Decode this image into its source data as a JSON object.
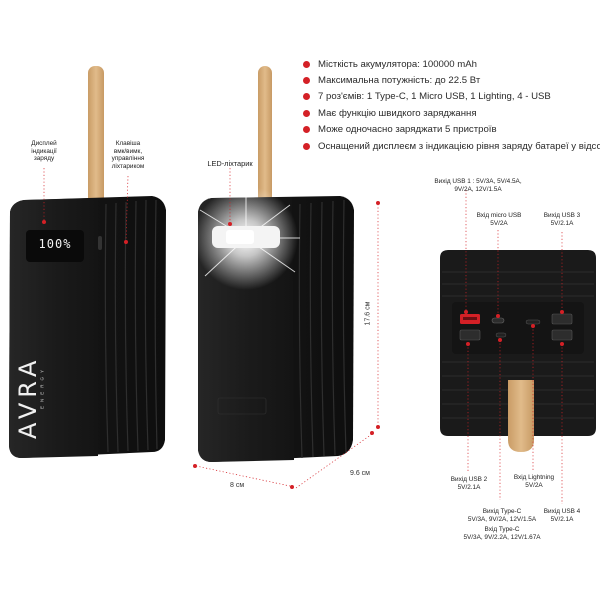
{
  "features": [
    "Місткість акумулятора: 100000 mAh",
    "Максимальна потужність: до 22.5 Вт",
    "7 роз'ємів: 1 Type-C, 1 Micro USB,  1 Lighting, 4 - USB",
    "Має функцію швидкого заряджання",
    "Може одночасно заряджати 5 пристроїв",
    "Оснащений дисплеєм з індикацією рівня заряду батареї у відсотках"
  ],
  "labels": {
    "display": [
      "Дисплей",
      "індикації",
      "заряду"
    ],
    "button": [
      "Клавіша",
      "вмк/вимк,",
      "управління",
      "ліхтариком"
    ],
    "led": "LED-ліхтарик",
    "usb1": [
      "Вихід USB 1 :  5V/3A, 5V/4.5A,",
      "9V/2A, 12V/1.5A"
    ],
    "micro_usb": [
      "Вхід micro USB",
      "5V/2A"
    ],
    "usb3": [
      "Вихід USB 3",
      "5V/2.1A"
    ],
    "usb2": [
      "Вихід USB 2",
      "5V/2.1A"
    ],
    "lightning": [
      "Вхід Lightning",
      "5V/2A"
    ],
    "usb4": [
      "Вихід USB 4",
      "5V/2.1A"
    ],
    "typec_out": [
      "Вихід Type-C",
      "5V/3A, 9V/2A, 12V/1.5A"
    ],
    "typec_in": [
      "Вхід Type-C",
      "5V/3A, 9V/2.2A, 12V/1.67A"
    ]
  },
  "device": {
    "screen_value": "100%",
    "brand": "AVRA",
    "brand_sub": "ENERGY"
  },
  "dimensions": {
    "height": "17.6 см",
    "depth": "9.6 см",
    "width": "8 см"
  },
  "colors": {
    "accent": "#d42026",
    "body": "#1a1a1a",
    "strap": "#d7b07f"
  }
}
